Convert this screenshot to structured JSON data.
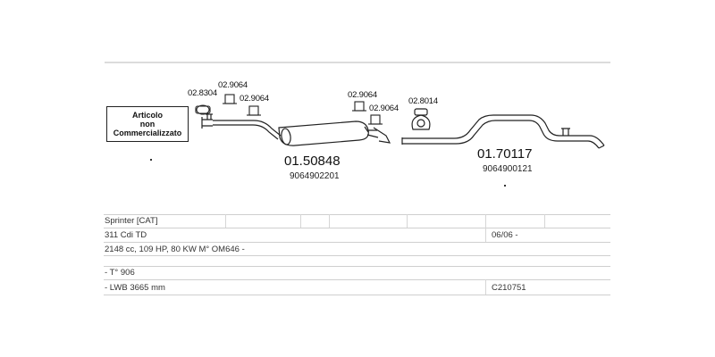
{
  "diagram": {
    "note_box": {
      "lines": [
        "Articolo",
        "non",
        "Commercializzato"
      ]
    },
    "part_codes": {
      "p1": "02.8304",
      "p2": "02.9064",
      "p3": "02.9064",
      "p4": "02.9064",
      "p5": "02.9064",
      "p6": "02.8014"
    },
    "middle_section": {
      "number": "01.50848",
      "oem": "9064902201"
    },
    "rear_section": {
      "number": "01.70117",
      "oem": "9064900121"
    }
  },
  "vehicle_table": {
    "model": "Sprinter  [CAT]",
    "engine": "311 Cdi TD",
    "date": "06/06 -",
    "specs": "2148 cc, 109 HP, 80 KW M° OM646 -",
    "type": "- T° 906",
    "wheelbase": "- LWB 3665 mm",
    "code": "C210751"
  }
}
